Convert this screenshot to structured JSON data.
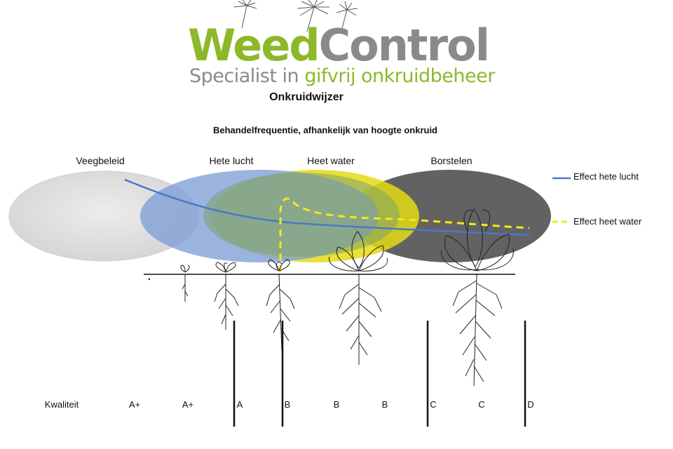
{
  "logo": {
    "word_weed": "Weed",
    "word_control": "Control",
    "tagline_part1": "Specialist in ",
    "tagline_part2": "gifvrij onkruidbeheer",
    "brand_green": "#8db82a",
    "brand_grey": "#8a8a8a"
  },
  "subtitle": "Onkruidwijzer",
  "chart_title": "Behandelfrequentie, afhankelijk van hoogte onkruid",
  "methods": [
    {
      "label": "Veegbeleid",
      "color": "#d9d9d9"
    },
    {
      "label": "Hete lucht",
      "color": "#6f96d0"
    },
    {
      "label": "Heet water",
      "color": "#e8e11a"
    },
    {
      "label": "Borstelen",
      "color": "#555555"
    }
  ],
  "legend": [
    {
      "label": "Effect hete lucht",
      "color": "#4a78c8",
      "style": "solid"
    },
    {
      "label": "Effect heet water",
      "color": "#f2ea1a",
      "style": "dashed"
    }
  ],
  "quality": {
    "label": "Kwaliteit",
    "grades": [
      "A+",
      "A+",
      "A",
      "B",
      "B",
      "B",
      "C",
      "C",
      "D"
    ]
  }
}
